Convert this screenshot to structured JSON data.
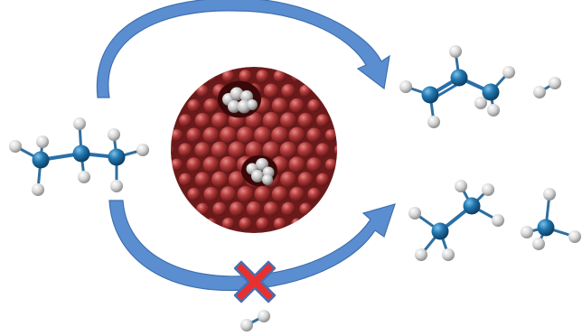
{
  "diagram": {
    "colors": {
      "arrow_fill": "#5b8ed0",
      "arrow_stroke": "#3f6fae",
      "carbon": "#1f6aa0",
      "hydrogen": "#d8d8d8",
      "bond": "#2a6fa8",
      "catalyst": "#b23a3a",
      "pore_atom": "#bfbfbf",
      "blocked_mark": "#e83030",
      "blocked_outline": "#4a6fb0"
    },
    "molecules": [
      {
        "id": "propane",
        "role": "reactant"
      },
      {
        "id": "propene",
        "role": "product"
      },
      {
        "id": "hydrogen-molecule",
        "role": "product"
      },
      {
        "id": "ethane",
        "role": "product"
      },
      {
        "id": "methane",
        "role": "product"
      },
      {
        "id": "hydrogen-molecule-blocked",
        "role": "blocked-product"
      }
    ],
    "pathways": [
      {
        "id": "dehydrogenation",
        "from": "propane",
        "to": [
          "propene",
          "hydrogen-molecule"
        ],
        "allowed": true
      },
      {
        "id": "cracking",
        "from": "propane",
        "to": [
          "ethane",
          "methane"
        ],
        "allowed": true
      },
      {
        "id": "hydrogen-release",
        "from": "propane",
        "to": [
          "hydrogen-molecule-blocked"
        ],
        "allowed": false
      }
    ]
  }
}
